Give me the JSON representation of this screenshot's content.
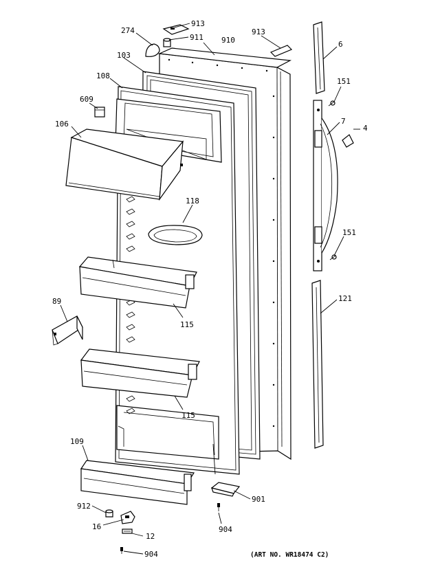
{
  "labels": {
    "l913a": "913",
    "l274": "274",
    "l911": "911",
    "l910": "910",
    "l913b": "913",
    "l6": "6",
    "l103": "103",
    "l108": "108",
    "l151a": "151",
    "l609": "609",
    "l7": "7",
    "l4": "4",
    "l106": "106",
    "l118": "118",
    "l151b": "151",
    "l89": "89",
    "l115a": "115",
    "l121": "121",
    "l115b": "115",
    "l109": "109",
    "l901": "901",
    "l912": "912",
    "l16": "16",
    "l904a": "904",
    "l12": "12",
    "l904b": "904"
  },
  "art_no": "(ART NO. WR18474 C2)"
}
